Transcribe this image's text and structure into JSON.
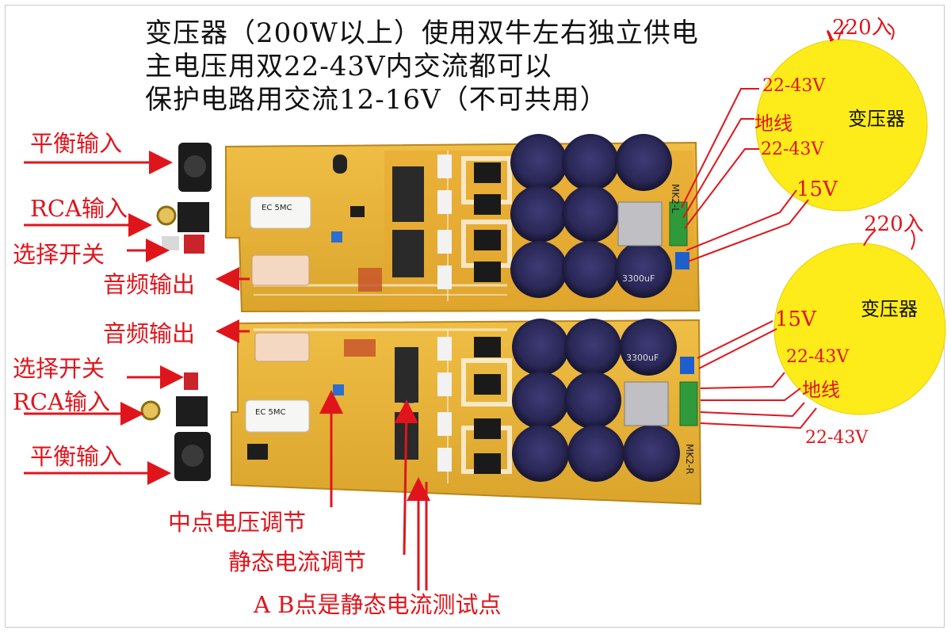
{
  "header": {
    "line1": "变压器（200W以上）使用双牛左右独立供电",
    "line2": "主电压用双22-43V内交流都可以",
    "line3": "保护电路用交流12-16V（不可共用）"
  },
  "left_labels": {
    "top": {
      "balanced_in": "平衡输入",
      "rca_in": "RCA输入",
      "select_switch": "选择开关",
      "audio_out": "音频输出"
    },
    "bottom": {
      "audio_out": "音频输出",
      "select_switch": "选择开关",
      "rca_in": "RCA输入",
      "balanced_in": "平衡输入"
    }
  },
  "bottom_labels": {
    "midpoint": "中点电压调节",
    "quiescent": "静态电流调节",
    "test_points": "A B点是静态电流测试点"
  },
  "transformer_top": {
    "mains": "220入",
    "title": "变压器",
    "v1": "22-43V",
    "ground": "地线",
    "v2": "22-43V",
    "v3": "15V"
  },
  "transformer_bottom": {
    "mains": "220入",
    "title": "变压器",
    "v1": "15V",
    "v2": "22-43V",
    "ground": "地线",
    "v3": "22-43V"
  },
  "board_marks": {
    "board_top": "MK2-L",
    "board_bottom": "MK2-R",
    "cap_text": "3300uF",
    "film_cap": "EC 5MC"
  },
  "colors": {
    "pcb": "#e9b233",
    "pcb_dark": "#c98a1c",
    "capacitor": "#2b2a5a",
    "label_red": "#e0151c",
    "transformer": "#fdeb1a"
  }
}
